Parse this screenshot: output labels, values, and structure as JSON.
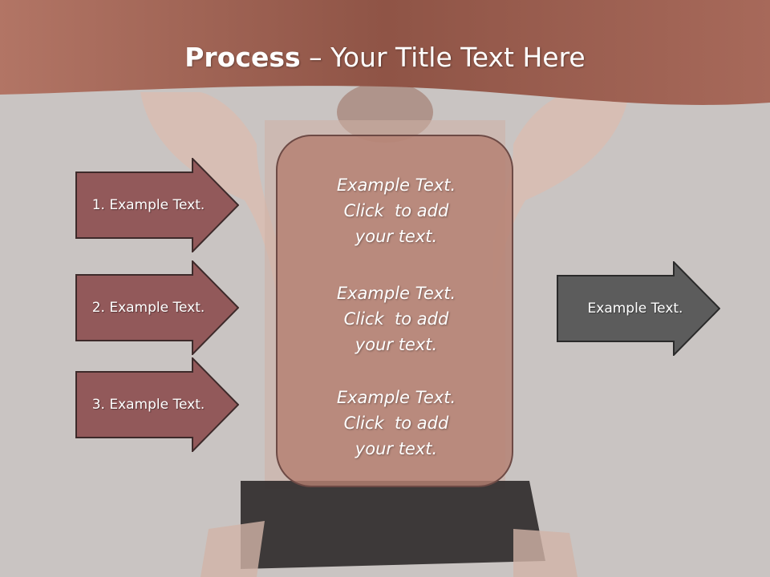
{
  "slide": {
    "title_bold": "Process",
    "title_rest": " – Your Title Text Here"
  },
  "inputs": [
    {
      "label": "1. Example Text."
    },
    {
      "label": "2. Example Text."
    },
    {
      "label": "3. Example Text."
    }
  ],
  "center": [
    {
      "line1": "Example Text.",
      "line2": "Click  to add",
      "line3": "your text."
    },
    {
      "line1": "Example Text.",
      "line2": "Click  to add",
      "line3": "your text."
    },
    {
      "line1": "Example Text.",
      "line2": "Click  to add",
      "line3": "your text."
    }
  ],
  "output": {
    "label": "Example Text."
  },
  "colors": {
    "header": "#a8685a",
    "input_arrow": "#92595a",
    "center_box": "#b58072",
    "output_arrow": "#5c5c5c",
    "background": "#c9c4c2"
  }
}
